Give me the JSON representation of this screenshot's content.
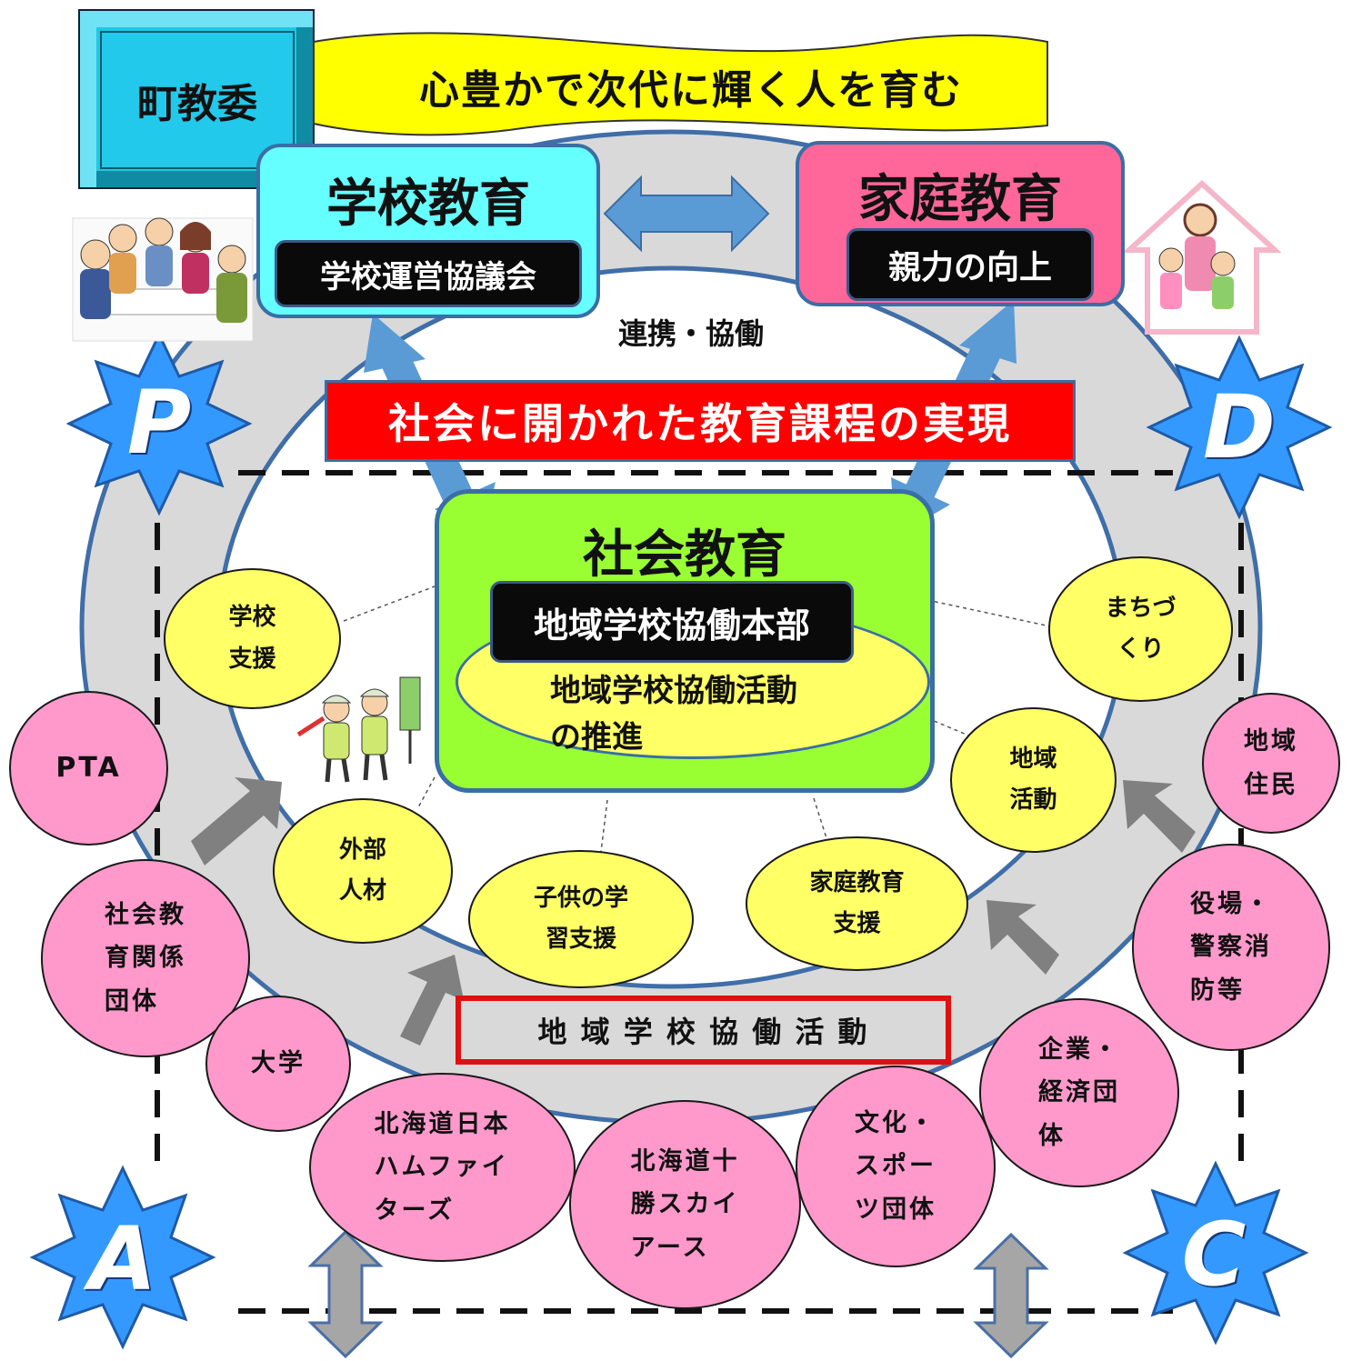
{
  "header": {
    "board": "町教委",
    "slogan": "心豊かで次代に輝く人を育む"
  },
  "school": {
    "title": "学校教育",
    "sub": "学校運営協議会"
  },
  "family": {
    "title": "家庭教育",
    "sub": "親力の向上"
  },
  "link_label": "連携・協働",
  "curriculum_banner": "社会に開かれた教育課程の実現",
  "social": {
    "title": "社会教育",
    "hq": "地域学校協働本部",
    "promotion": "地域学校協働活動\nの推進"
  },
  "activities": [
    {
      "key": "school-support",
      "text": "学校\n支援"
    },
    {
      "key": "town-making",
      "text": "まちづ\nくり"
    },
    {
      "key": "community-activity",
      "text": "地域\n活動"
    },
    {
      "key": "external-talent",
      "text": "外部\n人材"
    },
    {
      "key": "child-learning-support",
      "text": "子供の学\n習支援"
    },
    {
      "key": "home-education-support",
      "text": "家庭教育\n支援"
    }
  ],
  "activity_label": "地 域 学 校 協 働 活 動",
  "partners": [
    {
      "key": "pta",
      "text": "PTA"
    },
    {
      "key": "social-education-orgs",
      "text": "社会教\n育関係\n団体"
    },
    {
      "key": "university",
      "text": "大学"
    },
    {
      "key": "fighters",
      "text": "北海道日本\nハムファイ\nターズ"
    },
    {
      "key": "sky-earth",
      "text": "北海道十\n勝スカイ\nアース"
    },
    {
      "key": "culture-sports",
      "text": "文化・\nスポー\nツ団体"
    },
    {
      "key": "business",
      "text": "企業・\n経済団\n体"
    },
    {
      "key": "office-police",
      "text": "役場・\n警察消\n防等"
    },
    {
      "key": "residents",
      "text": "地域\n住民"
    }
  ],
  "cycle": {
    "p": "P",
    "d": "D",
    "c": "C",
    "a": "A"
  },
  "colors": {
    "school_fill": "#66ffff",
    "family_fill": "#ff6699",
    "social_fill": "#99ff33",
    "bubble_yellow": "#ffff66",
    "bubble_pink": "#ff99cc",
    "banner_red": "#ff0000",
    "star_blue": "#3399ff",
    "ring_gray": "#d9d9d9",
    "arrow_blue": "#5b9bd5",
    "arrow_gray": "#808080"
  },
  "icons": [
    "meeting-people-illustration",
    "family-house-illustration",
    "traffic-guards-illustration",
    "star-burst-icon",
    "double-arrow-icon"
  ]
}
